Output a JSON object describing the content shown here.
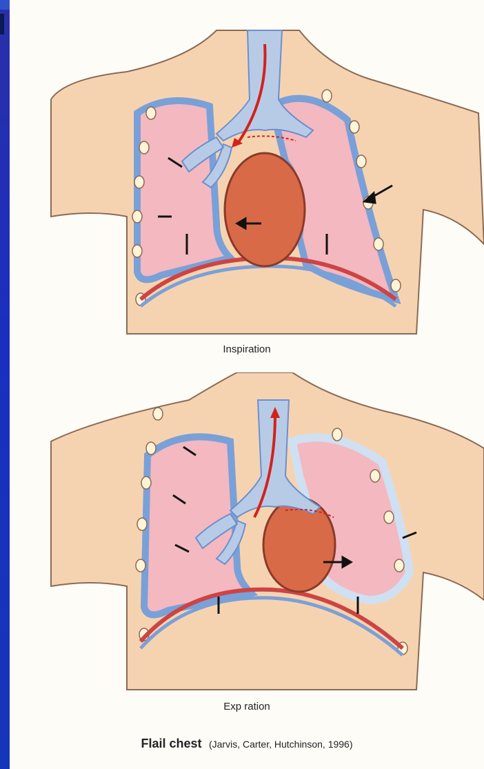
{
  "figures": [
    {
      "caption": "Inspiration"
    },
    {
      "caption": "Exp ration"
    }
  ],
  "credit": {
    "title": "Flail chest",
    "source": "(Jarvis, Carter, Hutchinson, 1996)"
  },
  "colors": {
    "background_blue": "#1a2fc0",
    "skin": "#f6d3b0",
    "lung": "#f3b8c0",
    "airway": "#b8cbe6",
    "heart": "#d86a48",
    "red_arrow": "#d2221c"
  }
}
